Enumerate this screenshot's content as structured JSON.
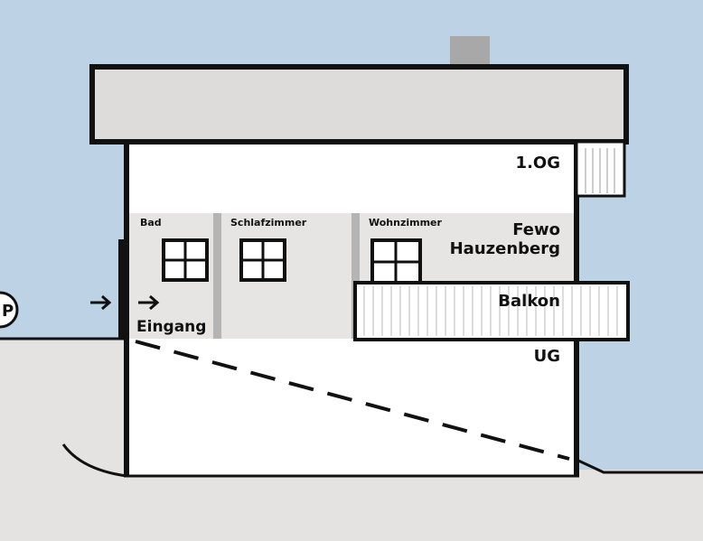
{
  "floors": {
    "upper": "1.OG",
    "lower": "UG"
  },
  "rooms": {
    "bath": "Bad",
    "bedroom": "Schlafzimmer",
    "living": "Wohnzimmer"
  },
  "apartment": {
    "line1": "Fewo",
    "line2": "Hauzenberg"
  },
  "balcony": "Balkon",
  "entrance": "Eingang",
  "colors": {
    "sky": "#bdd3e5",
    "ground": "#e4e3e1",
    "roof": "#dddcda",
    "wall": "#ffffff",
    "room_band": "#e6e5e3",
    "chimney": "#a8a8a8",
    "outline": "#111111"
  }
}
